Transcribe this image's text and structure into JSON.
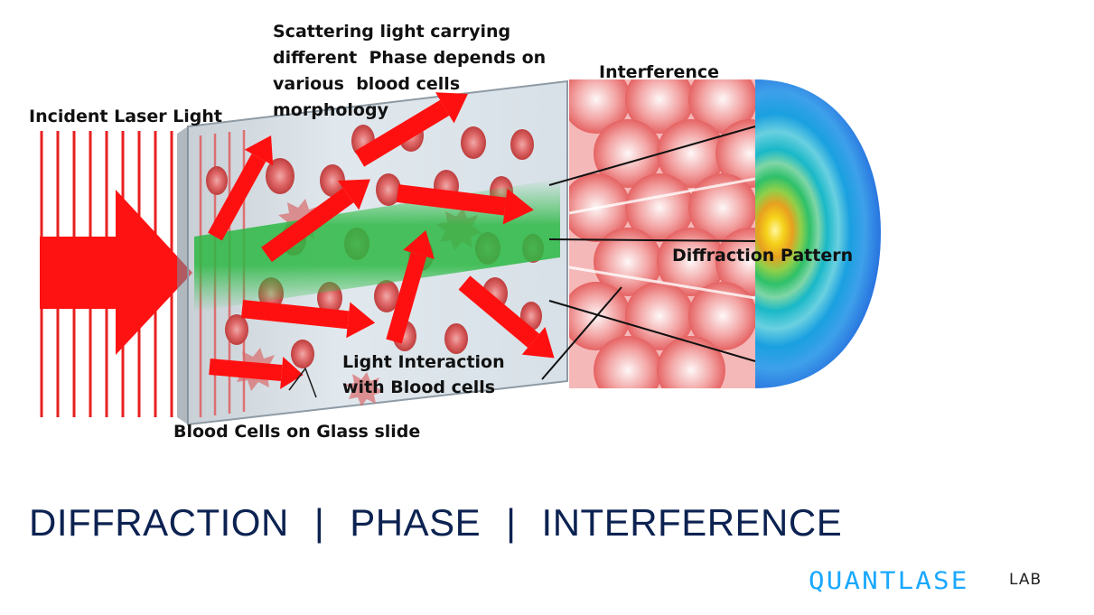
{
  "labels": {
    "incident": "Incident Laser Light",
    "scattering": "Scattering light carrying\ndifferent  Phase depends on\nvarious  blood cells\nmorphology",
    "interference": "Interference",
    "diffraction": "Diffraction Pattern",
    "interaction": "Light Interaction\nwith Blood cells",
    "slide": "Blood Cells on Glass slide"
  },
  "headline": {
    "diffraction": "DIFFRACTION",
    "separator": "|",
    "phase": "PHASE",
    "interference": "INTERFERENCE"
  },
  "logo": {
    "name": "QUANTLASE",
    "suffix": "LAB"
  },
  "colors": {
    "laser_red": "#ff1a1a",
    "beam_green": "#22b438",
    "headline_navy": "#0c2251",
    "logo_blue": "#1aa8ff"
  }
}
